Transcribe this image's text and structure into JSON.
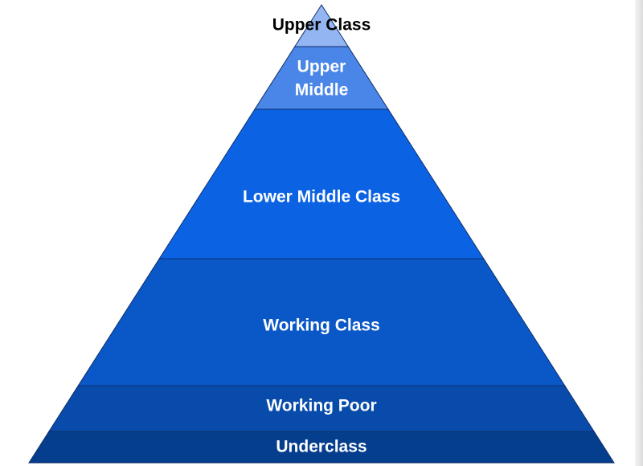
{
  "diagram": {
    "tiers": [
      {
        "label": "Upper Class",
        "color": "#93B6F2"
      },
      {
        "label": "Upper Middle",
        "color": "#4A86E8"
      },
      {
        "label": "Lower Middle Class",
        "color": "#0B63E4"
      },
      {
        "label": "Working Class",
        "color": "#0A57C8"
      },
      {
        "label": "Working Poor",
        "color": "#084BAB"
      },
      {
        "label": "Underclass",
        "color": "#063E8E"
      }
    ],
    "outline_color": "#0F2F6B"
  }
}
